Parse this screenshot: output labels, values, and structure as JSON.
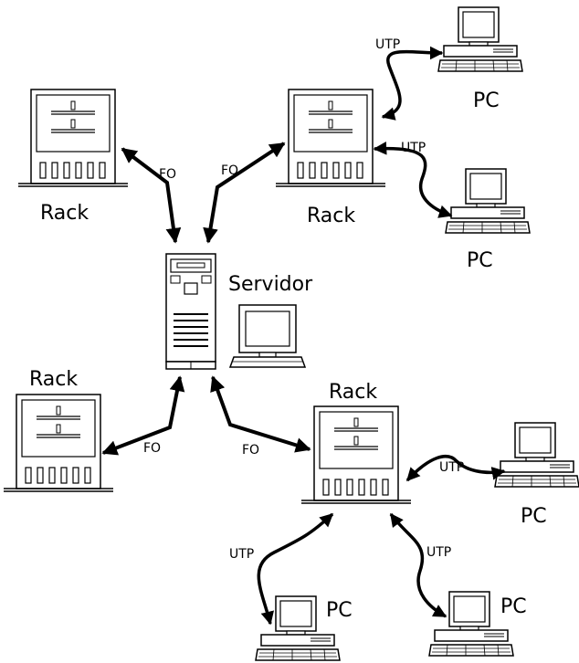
{
  "labels": {
    "rack_top_left": "Rack",
    "rack_top_right": "Rack",
    "rack_bottom_left": "Rack",
    "rack_bottom_right": "Rack",
    "server": "Servidor",
    "pc_1": "PC",
    "pc_2": "PC",
    "pc_3": "PC",
    "pc_4": "PC",
    "pc_5": "PC"
  },
  "links": {
    "fo_1": "FO",
    "fo_2": "FO",
    "fo_3": "FO",
    "fo_4": "FO",
    "utp_1": "UTP",
    "utp_2": "UTP",
    "utp_3": "UTP",
    "utp_4": "UTP",
    "utp_5": "UTP"
  }
}
